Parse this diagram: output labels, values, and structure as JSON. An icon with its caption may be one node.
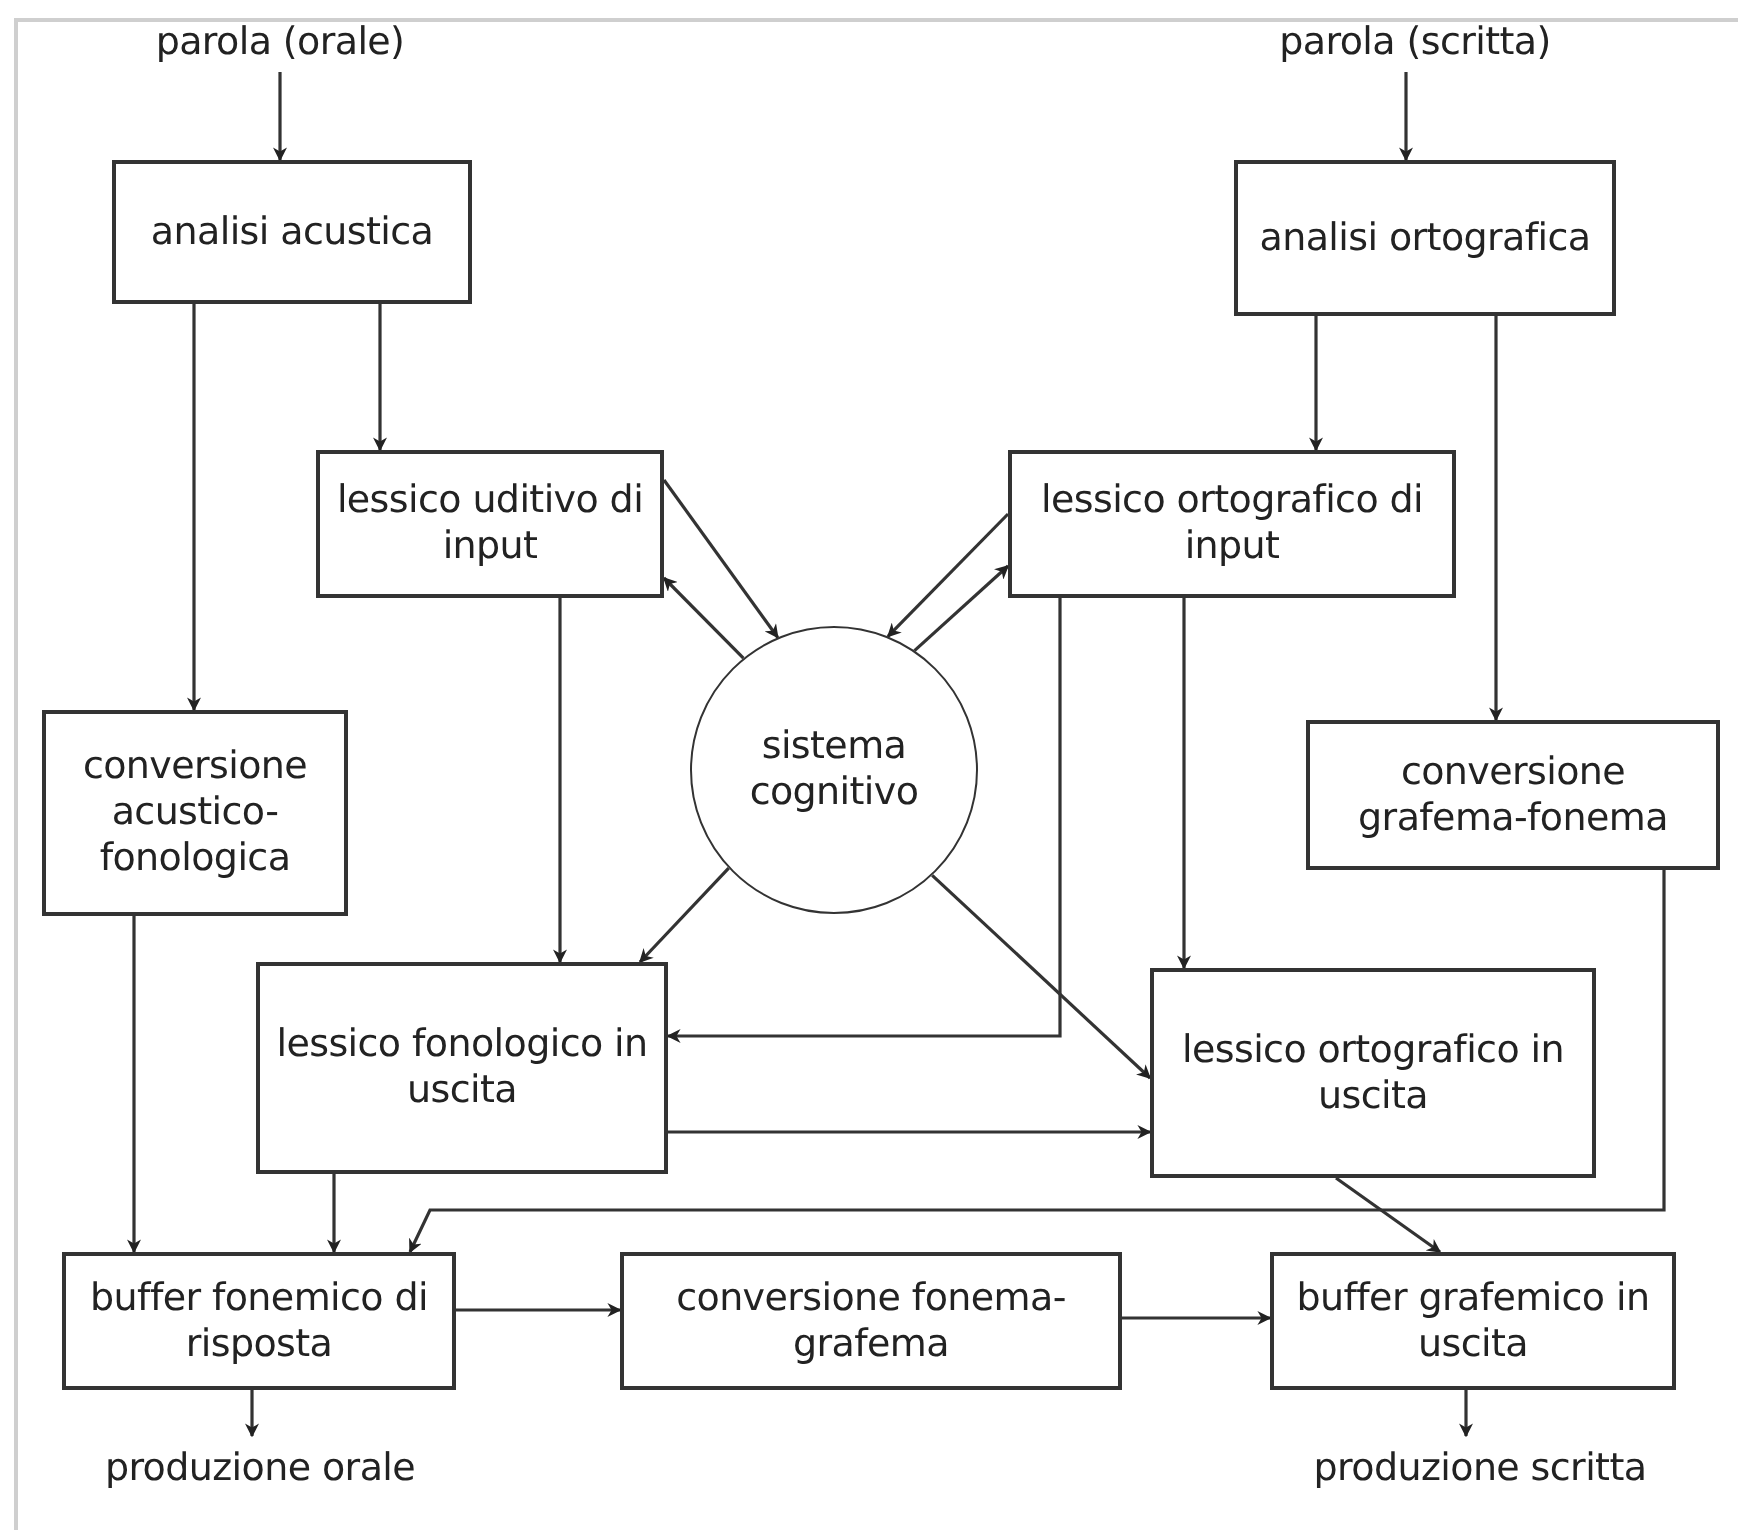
{
  "diagram": {
    "nodes": [
      {
        "text": [
          "parola (orale)"
        ]
      },
      {
        "text": [
          "parola (scritta)"
        ]
      },
      {
        "text": [
          "analisi acustica"
        ]
      },
      {
        "text": [
          "analisi ortografica"
        ]
      },
      {
        "text": [
          "lessico uditivo di input"
        ]
      },
      {
        "text": [
          "lessico ortografico di input"
        ]
      },
      {
        "text": [
          "sistema cognitivo"
        ]
      },
      {
        "text": [
          "conversione acustico- fonologica"
        ]
      },
      {
        "text": [
          "conversione grafema-fonema"
        ]
      },
      {
        "text": [
          "lessico fonologico in uscita"
        ]
      },
      {
        "text": [
          "lessico ortografico in uscita"
        ]
      },
      {
        "text": [
          "buffer fonemico di risposta"
        ]
      },
      {
        "text": [
          "conversione fonema-grafema"
        ]
      },
      {
        "text": [
          "buffer grafemico in uscita"
        ]
      },
      {
        "text": [
          "produzione orale"
        ]
      },
      {
        "text": [
          "produzione scritta"
        ]
      }
    ],
    "edges": [
      {
        "from": 0,
        "to": 2,
        "arrow": "to"
      },
      {
        "from": 1,
        "to": 3,
        "arrow": "to"
      },
      {
        "from": 2,
        "to": 7,
        "arrow": "to"
      },
      {
        "from": 2,
        "to": 4,
        "arrow": "to"
      },
      {
        "from": 3,
        "to": 5,
        "arrow": "to"
      },
      {
        "from": 3,
        "to": 8,
        "arrow": "to"
      },
      {
        "from": 4,
        "to": 6,
        "arrow": "to"
      },
      {
        "from": 6,
        "to": 4,
        "arrow": "to"
      },
      {
        "from": 5,
        "to": 6,
        "arrow": "to"
      },
      {
        "from": 6,
        "to": 5,
        "arrow": "to"
      },
      {
        "from": 4,
        "to": 9,
        "arrow": "to"
      },
      {
        "from": 6,
        "to": 9,
        "arrow": "to"
      },
      {
        "from": 5,
        "to": 9,
        "arrow": "to"
      },
      {
        "from": 5,
        "to": 10,
        "arrow": "to"
      },
      {
        "from": 6,
        "to": 10,
        "arrow": "to"
      },
      {
        "from": 9,
        "to": 10,
        "arrow": "to"
      },
      {
        "from": 7,
        "to": 11,
        "arrow": "to"
      },
      {
        "from": 9,
        "to": 11,
        "arrow": "to"
      },
      {
        "from": 8,
        "to": 11,
        "arrow": "to"
      },
      {
        "from": 10,
        "to": 13,
        "arrow": "to"
      },
      {
        "from": 11,
        "to": 12,
        "arrow": "to"
      },
      {
        "from": 12,
        "to": 13,
        "arrow": "to"
      },
      {
        "from": 11,
        "to": 14,
        "arrow": "to"
      },
      {
        "from": 13,
        "to": 15,
        "arrow": "to"
      }
    ]
  }
}
